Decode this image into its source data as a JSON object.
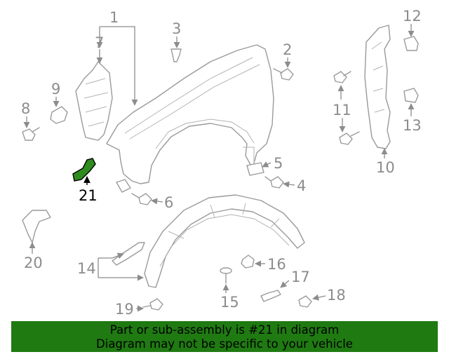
{
  "callouts": {
    "c1": "1",
    "c2": "2",
    "c3": "3",
    "c4": "4",
    "c5": "5",
    "c6": "6",
    "c7": "7",
    "c8": "8",
    "c9": "9",
    "c10": "10",
    "c11": "11",
    "c12": "12",
    "c13": "13",
    "c14": "14",
    "c15": "15",
    "c16": "16",
    "c17": "17",
    "c18": "18",
    "c19": "19",
    "c20": "20",
    "c21": "21"
  },
  "highlight": {
    "part": "21",
    "color": "#2e8b1e"
  },
  "banner": {
    "line1": "Part or sub-assembly is #21 in diagram",
    "line2": "Diagram may not be specific to your vehicle",
    "background": "#1f7a12"
  }
}
